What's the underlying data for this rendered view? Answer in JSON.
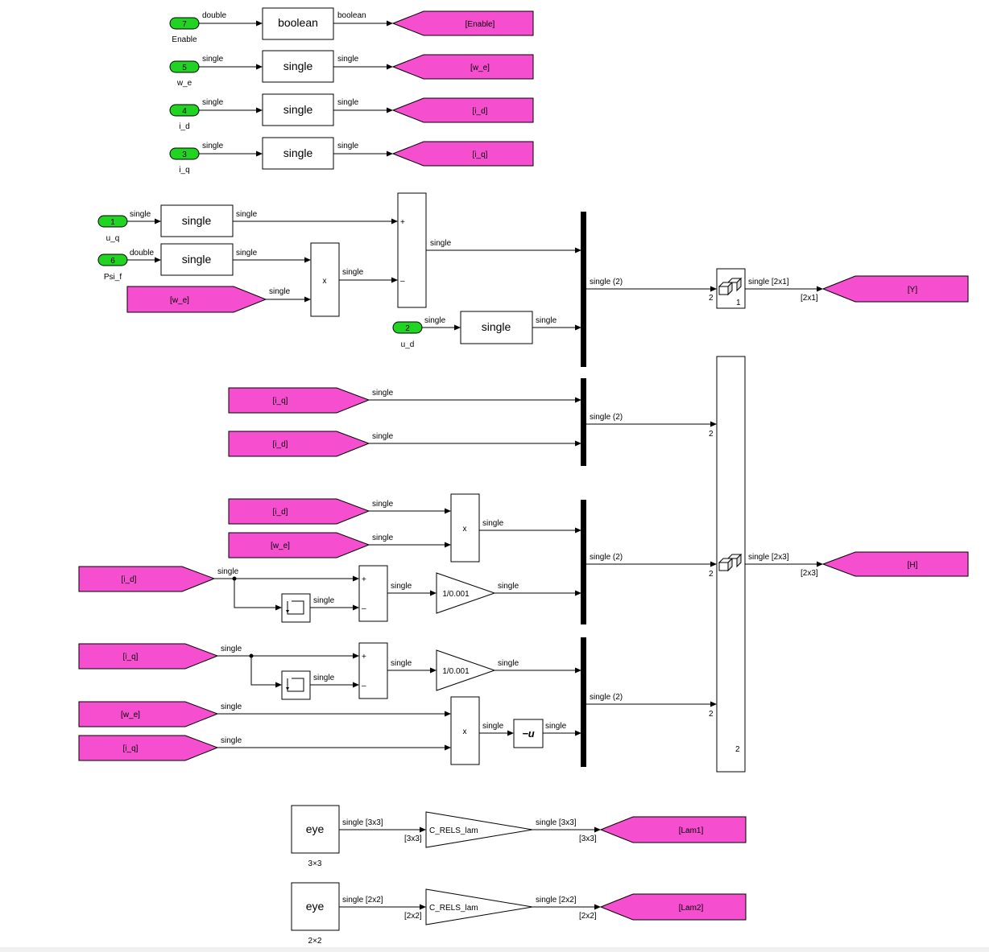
{
  "inports": [
    {
      "num": "7",
      "name": "Enable",
      "out_type": "double"
    },
    {
      "num": "5",
      "name": "w_e",
      "out_type": "single"
    },
    {
      "num": "4",
      "name": "i_d",
      "out_type": "single"
    },
    {
      "num": "3",
      "name": "i_q",
      "out_type": "single"
    },
    {
      "num": "1",
      "name": "u_q",
      "out_type": "single"
    },
    {
      "num": "6",
      "name": "Psi_f",
      "out_type": "double"
    },
    {
      "num": "2",
      "name": "u_d",
      "out_type": "single"
    }
  ],
  "converts": [
    "boolean",
    "single",
    "single",
    "single",
    "single",
    "single",
    "single"
  ],
  "convert_out_types": [
    "boolean",
    "single",
    "single",
    "single",
    "single",
    "single",
    "single"
  ],
  "gotos": [
    "[Enable]",
    "[w_e]",
    "[i_d]",
    "[i_q]",
    "[Y]",
    "[H]",
    "[Lam1]",
    "[Lam2]"
  ],
  "froms": [
    "[w_e]",
    "[i_q]",
    "[i_d]",
    "[i_d]",
    "[w_e]",
    "[i_d]",
    "[i_q]",
    "[w_e]",
    "[i_q]"
  ],
  "signal_labels": {
    "single": "single",
    "single2": "single (2)",
    "single2x1": "single [2x1]",
    "single2x3": "single [2x3]",
    "dim2x1": "[2x1]",
    "dim2x3": "[2x3]",
    "single3x3": "single [3x3]",
    "single2x2": "single [2x2]",
    "dim3x3": "[3x3]",
    "dim2x2": "[2x2]"
  },
  "ops": {
    "product": "x",
    "plus": "+",
    "minus": "–",
    "gain": "1/0.001",
    "neg": "−u",
    "gain_lam": "C_RELS_lam",
    "eye": "eye"
  },
  "reshape": {
    "top_label": "1",
    "port_label": "2"
  },
  "concat": {
    "port_label": "2",
    "bottom_label": "2"
  },
  "eye_blocks": [
    {
      "label": "eye",
      "caption": "3×3"
    },
    {
      "label": "eye",
      "caption": "2×2"
    }
  ]
}
